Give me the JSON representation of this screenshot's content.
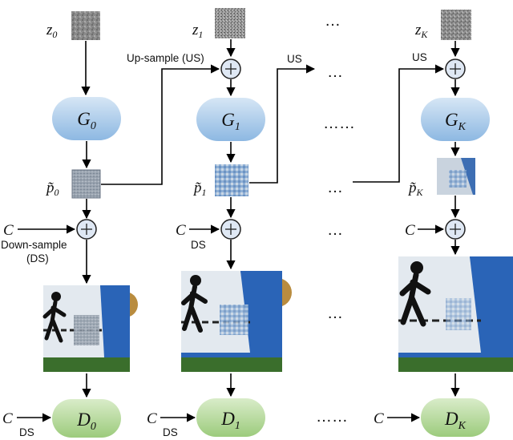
{
  "columns": [
    {
      "noise": "z",
      "noise_sub": "0",
      "gen": "G",
      "gen_sub": "0",
      "patch": "p̃",
      "patch_sub": "0",
      "disc": "D",
      "disc_sub": "0",
      "cond_top": "C",
      "cond_bottom": "C",
      "ds_top": "Down-sample",
      "ds_top2": "(DS)",
      "ds_bottom": "DS"
    },
    {
      "noise": "z",
      "noise_sub": "1",
      "gen": "G",
      "gen_sub": "1",
      "patch": "p̃",
      "patch_sub": "1",
      "disc": "D",
      "disc_sub": "1",
      "cond_top": "C",
      "cond_bottom": "C",
      "ds_top": "DS",
      "ds_bottom": "DS",
      "us": "Up-sample (US)"
    },
    {
      "noise": "z",
      "noise_sub": "K",
      "gen": "G",
      "gen_sub": "K",
      "patch": "p̃",
      "patch_sub": "K",
      "disc": "D",
      "disc_sub": "K",
      "cond_top": "C",
      "cond_bottom": "C",
      "us": "US"
    }
  ],
  "us_mid": "US",
  "ellipsis": "…",
  "ellipsis_long": "……",
  "colors": {
    "gen_fill": "#9dc3e6",
    "gen_fill_light": "#d6e6f5",
    "disc_fill": "#a9d18e",
    "disc_fill_light": "#d9ecc9",
    "sign_blue": "#2a64b7",
    "sign_white": "#e8edf2"
  }
}
